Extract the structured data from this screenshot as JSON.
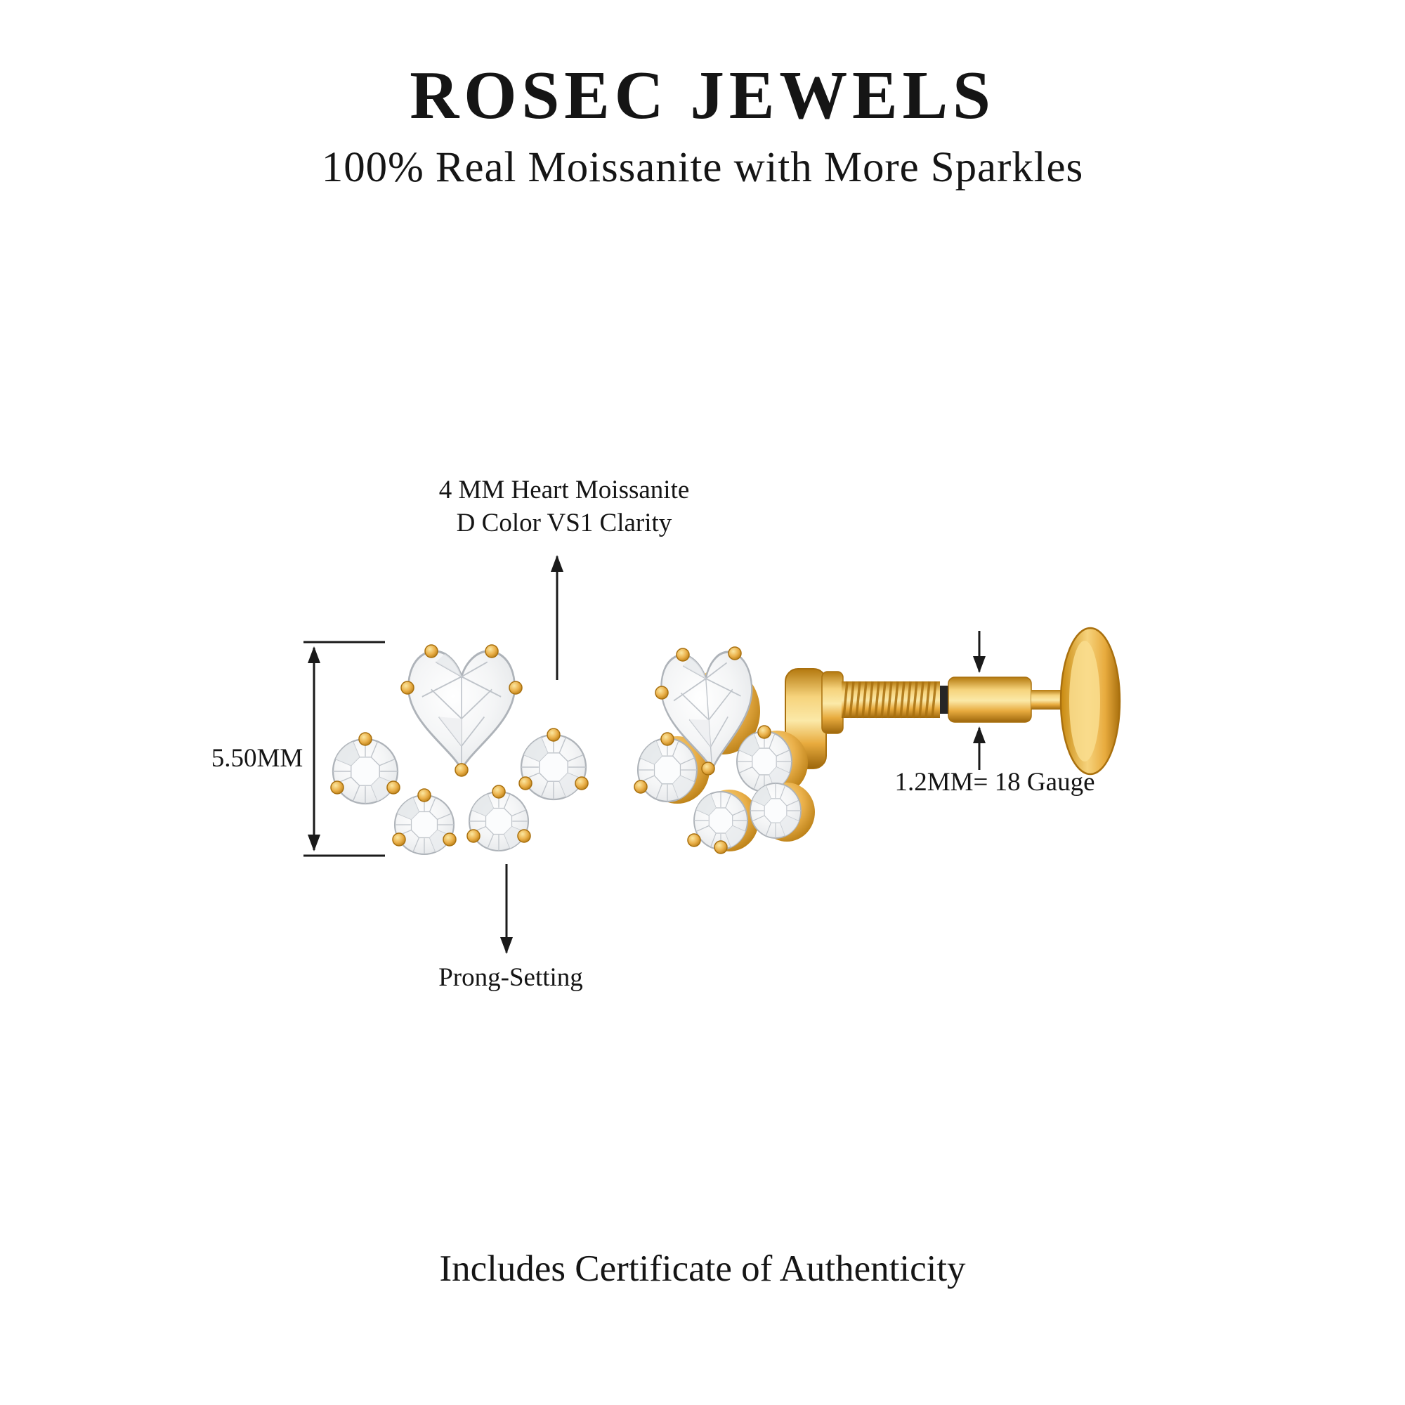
{
  "header": {
    "brand": "ROSEC JEWELS",
    "tagline": "100% Real Moissanite with More Sparkles"
  },
  "annotations": {
    "stone_callout": {
      "line1": "4 MM Heart Moissanite",
      "line2": "D Color VS1 Clarity"
    },
    "height_dimension_label": "5.50MM",
    "gauge_label": "1.2MM= 18 Gauge",
    "prong_label": "Prong-Setting"
  },
  "footer": {
    "certificate_note": "Includes Certificate of Authenticity"
  },
  "colors": {
    "background": "#ffffff",
    "text": "#151515",
    "gold": "#e8a93c",
    "gold_dark": "#a9700e",
    "gold_light": "#f9dd8e",
    "stone_white": "#f4f5f6",
    "stone_edge": "#aeb3b9"
  }
}
